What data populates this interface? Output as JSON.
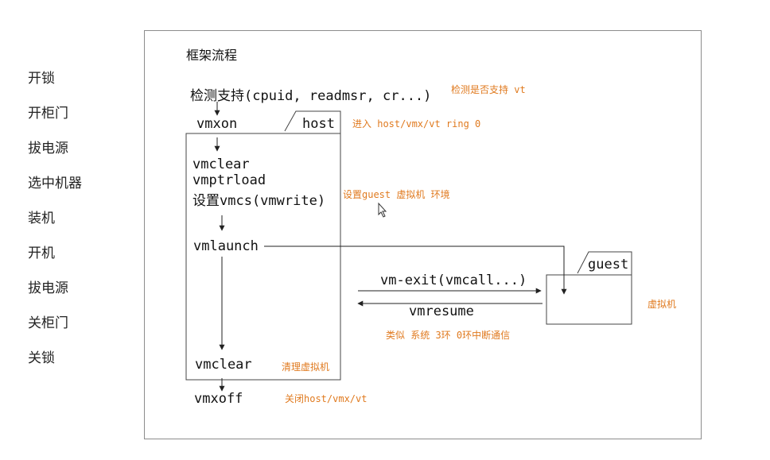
{
  "steps": [
    "开锁",
    "开柜门",
    "拔电源",
    "选中机器",
    "装机",
    "开机",
    "拔电源",
    "关柜门",
    "关锁"
  ],
  "diagram": {
    "title": "框架流程",
    "check_support": "检测支持(cpuid, readmsr, cr...)",
    "check_support_note": "检测是否支持 vt",
    "vmxon": "vmxon",
    "vmxon_note": "进入 host/vmx/vt  ring 0",
    "host_label": "host",
    "vmclear": "vmclear",
    "vmptrload": "vmptrload",
    "vmwrite": "设置vmcs(vmwrite)",
    "vmwrite_note": "设置guest 虚拟机 环境",
    "vmlaunch": "vmlaunch",
    "guest_label": "guest",
    "vm_exit": "vm-exit(vmcall...)",
    "vmresume": "vmresume",
    "guest_note": "虚拟机",
    "transition_note": "类似 系统 3环 0环中断通信",
    "vmclear_end": "vmclear",
    "vmclear_end_note": "清理虚拟机",
    "vmxoff": "vmxoff",
    "vmxoff_note": "关闭host/vmx/vt"
  },
  "colors": {
    "note": "#e07a1f",
    "frame": "#8c8c8c",
    "line": "#222222"
  }
}
